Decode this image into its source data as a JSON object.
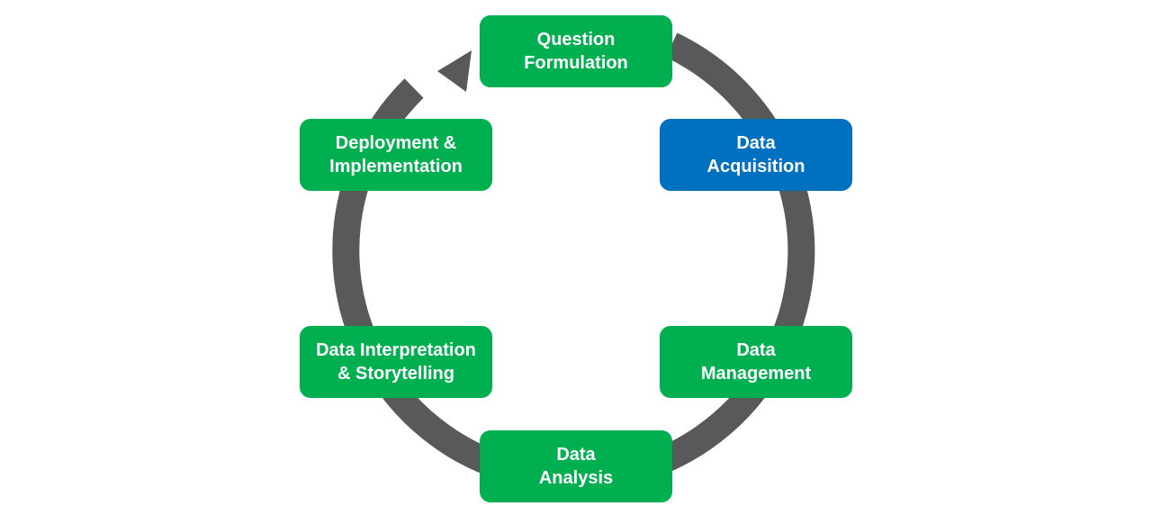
{
  "diagram": {
    "type": "cycle",
    "direction": "clockwise",
    "colors": {
      "ring": "#595959",
      "stage_default": "#00b050",
      "stage_highlight": "#0070c0",
      "text": "#ffffff"
    },
    "stages": [
      {
        "id": "question",
        "line1": "Question",
        "line2": "Formulation",
        "highlighted": false
      },
      {
        "id": "acquisition",
        "line1": "Data",
        "line2": "Acquisition",
        "highlighted": true
      },
      {
        "id": "management",
        "line1": "Data",
        "line2": "Management",
        "highlighted": false
      },
      {
        "id": "analysis",
        "line1": "Data",
        "line2": "Analysis",
        "highlighted": false
      },
      {
        "id": "interpretation",
        "line1": "Data Interpretation",
        "line2": "& Storytelling",
        "highlighted": false
      },
      {
        "id": "deployment",
        "line1": "Deployment &",
        "line2": "Implementation",
        "highlighted": false
      }
    ]
  }
}
